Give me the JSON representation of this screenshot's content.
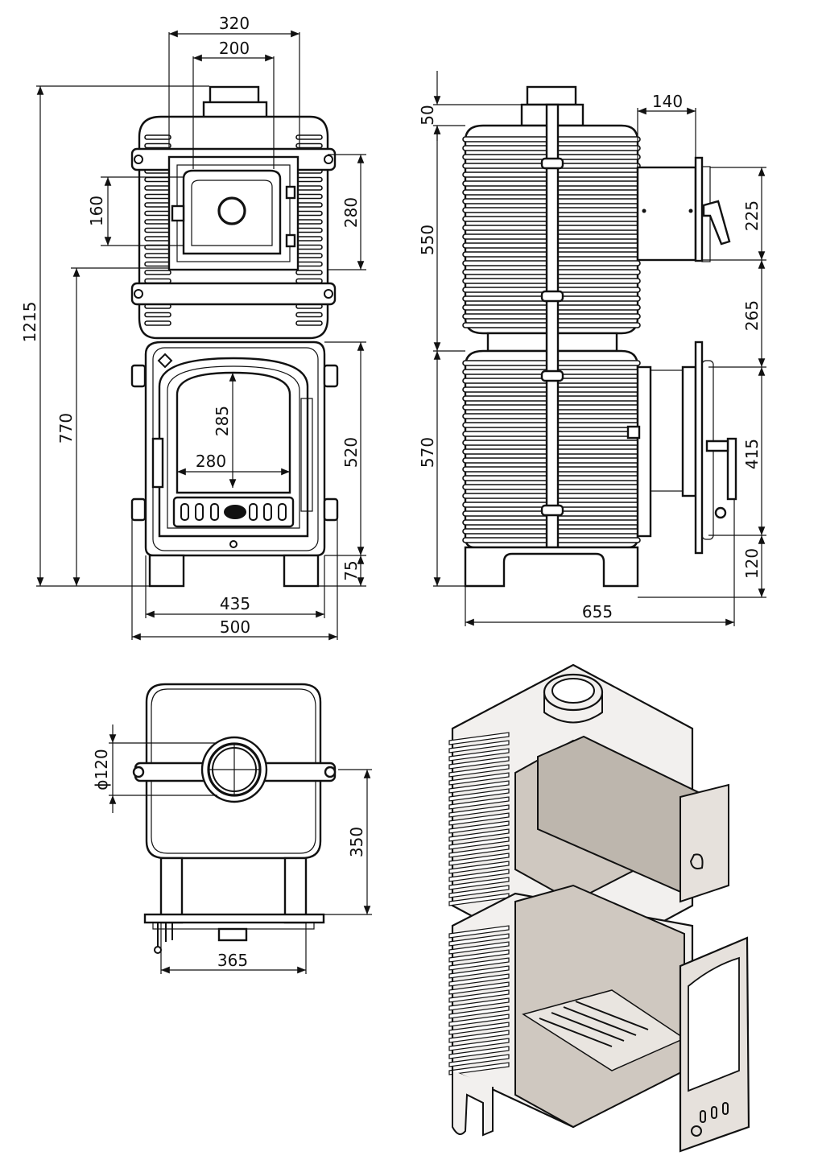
{
  "front_view": {
    "width_top": "320",
    "width_door": "200",
    "overall_height": "1215",
    "upper_door_height": "160",
    "upper_module_height": "280",
    "firebox_height_from_floor": "770",
    "firebox_door_height": "285",
    "firebox_door_width": "280",
    "lower_module_height": "520",
    "legs_height": "75",
    "base_width": "435",
    "overall_width": "500"
  },
  "side_view": {
    "flue_height": "50",
    "top_depth": "140",
    "upper_body_height": "550",
    "upper_door_height": "225",
    "gap_height": "265",
    "lower_body_height": "570",
    "lower_door_height": "415",
    "legs_height": "120",
    "overall_depth": "655"
  },
  "top_view": {
    "flue_diameter": "ϕ120",
    "flue_offset": "350",
    "leg_span": "365"
  },
  "colors": {
    "line": "#111111",
    "section_fill": "#cfc8c0",
    "body_fill": "#f2f0ee"
  }
}
